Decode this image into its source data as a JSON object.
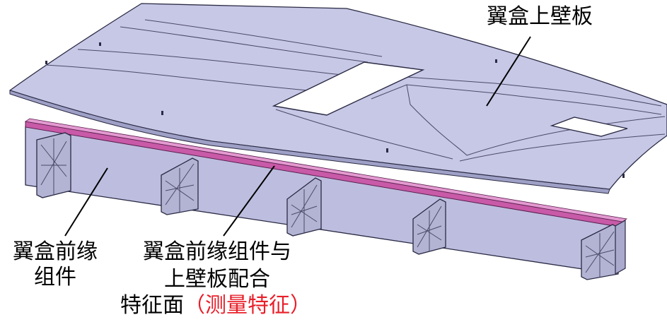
{
  "labels": {
    "upper_panel": "翼盒上壁板",
    "front_assembly_line1": "翼盒前缘",
    "front_assembly_line2": "组件",
    "mating_line1": "翼盒前缘组件与",
    "mating_line2": "上壁板配合",
    "mating_line3_main": "特征面",
    "mating_line3_note": "（测量特征）"
  },
  "colors": {
    "panel_fill": "#c7c8e6",
    "spar_fill": "#bdbedf",
    "rib_fill": "#b3b4d4",
    "mating_strip": "#c85aa8",
    "note_text": "#e8202a",
    "label_text": "#000000"
  }
}
